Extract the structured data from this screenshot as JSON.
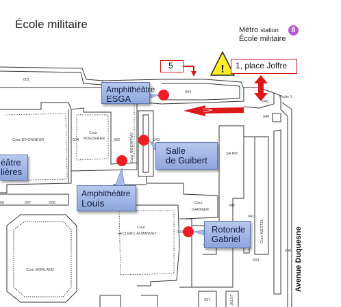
{
  "map": {
    "title": "École militaire",
    "metro": {
      "label_line1": "Métro",
      "station_word": "station",
      "label_line2": "École militaire",
      "line_number": "8",
      "badge_color": "#b35fd0"
    },
    "warning": {
      "number": "5",
      "address": "1, place Joffre"
    },
    "callouts": {
      "esga": {
        "line1": "Amphithéâtre",
        "line2": "ESGA"
      },
      "guibert": {
        "line1": "Salle",
        "line2": "de Guibert"
      },
      "louis": {
        "line1": "Amphithéâtre",
        "line2": "Louis"
      },
      "gabriel": {
        "line1": "Rotonde",
        "line2": "Gabriel"
      },
      "left": {
        "line1": "éâtre",
        "line2": "lières"
      }
    },
    "rooms": {
      "r001": "001",
      "r044": "044",
      "r045": "045",
      "r046": "046",
      "poste": "Poste 1",
      "honneur": "Cour D'HONNEUR",
      "roederer1": "Cour",
      "roederer2": "ROEDERER",
      "r004": "004",
      "r002": "002",
      "riberpray": "Cour RIBERPRAY",
      "r043": "043",
      "sapm": "SA PM",
      "r042": "042",
      "r041": "041",
      "garnier1": "Cour",
      "garnier2": "GARNIER",
      "leclerc1": "Cour",
      "leclerc2": "LECLERC-ALMANDET",
      "r003": "003",
      "westel": "Cour WESTEL",
      "r038": "038",
      "r039": "039",
      "r006": "06",
      "r007": "007",
      "r005": "005",
      "morland": "Cour MORLAND",
      "r037": "037",
      "jelot": "JELOT"
    },
    "avenue": "Avenue Duquesne",
    "colors": {
      "marker": "#ee1c24",
      "arrow": "#dd1818",
      "warning_fill": "#ffee22",
      "callout": "#a8baea",
      "building_line": "#333333"
    }
  }
}
